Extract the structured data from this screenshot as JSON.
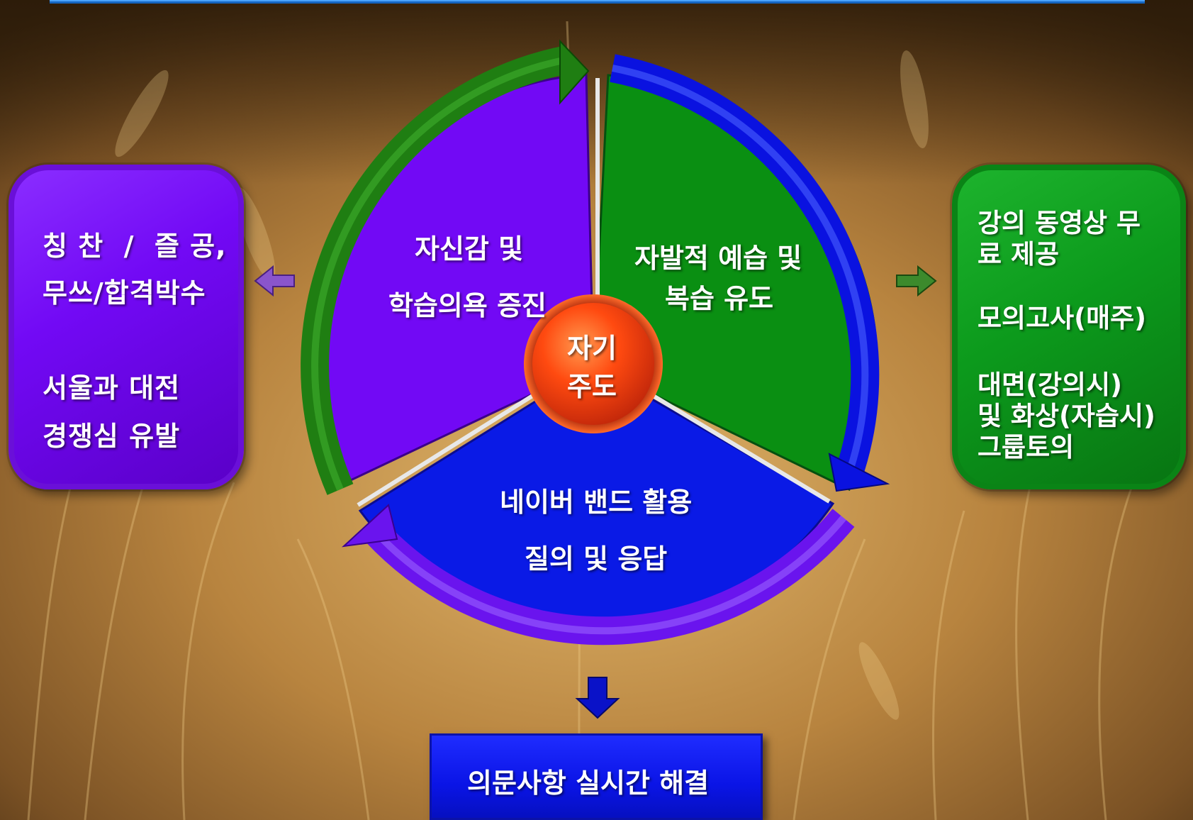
{
  "center": {
    "line1": "자기",
    "line2": "주도"
  },
  "segments": {
    "top_left": {
      "line1": "자신감 및",
      "line2": "학습의욕 증진"
    },
    "top_right": {
      "line1": "자발적 예습 및",
      "line2": "복습 유도"
    },
    "bottom": {
      "line1": "네이버 밴드 활용",
      "line2": "질의 및 응답"
    }
  },
  "left_box": {
    "lines": [
      "칭 찬  /  즐 공,",
      "무쓰/합격박수",
      "서울과 대전",
      "경쟁심 유발"
    ]
  },
  "right_box": {
    "lines": [
      "강의 동영상 무",
      "료 제공",
      "모의고사(매주)",
      "대면(강의시)",
      "및 화상(자습시)",
      "그룹토의"
    ]
  },
  "bottom_box": {
    "label": "의문사항 실시간 해결"
  },
  "colors": {
    "purple": "#7209f5",
    "green": "#0a8f12",
    "blue": "#0a1ae6",
    "center_orange": "#ff4a10",
    "top_bar": "#1565c0"
  },
  "icons": [
    "arrow-left-icon",
    "arrow-right-icon",
    "arrow-down-icon"
  ]
}
